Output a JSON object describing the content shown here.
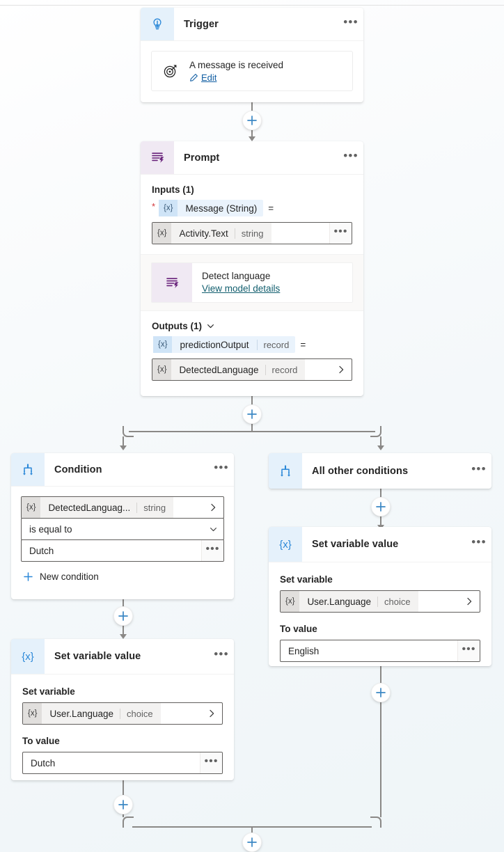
{
  "canvas": {
    "accent_blue": "#2b88d8",
    "connector_gray": "#8a8886",
    "background": "#f0f6f9"
  },
  "nodes": {
    "trigger": {
      "title": "Trigger",
      "icon": "trigger-bolt-icon",
      "overflow": "•••",
      "event": {
        "title": "A message is received",
        "icon": "target-cursor-icon",
        "edit_label": "Edit"
      }
    },
    "prompt": {
      "title": "Prompt",
      "icon": "prompt-lines-bolt-icon",
      "overflow": "•••",
      "inputs": {
        "label": "Inputs (1)",
        "required_marker": "*",
        "param_name": "Message (String)",
        "param_xbox": "{x}",
        "equals": "=",
        "value_xbox": "{x}",
        "value_name": "Activity.Text",
        "value_type": "string",
        "value_more": "•••"
      },
      "model": {
        "name": "Detect language",
        "link": "View model details",
        "icon": "prompt-lines-bolt-icon"
      },
      "outputs": {
        "label": "Outputs (1)",
        "chevron": "chevron-down-icon",
        "param_xbox": "{x}",
        "param_name": "predictionOutput",
        "param_type": "record",
        "equals": "=",
        "value_xbox": "{x}",
        "value_name": "DetectedLanguage",
        "value_type": "record"
      }
    },
    "condition": {
      "title": "Condition",
      "icon": "branch-condition-icon",
      "overflow": "•••",
      "operand_xbox": "{x}",
      "operand_name": "DetectedLanguag...",
      "operand_type": "string",
      "operator": "is equal to",
      "value": "Dutch",
      "value_more": "•••",
      "new_condition": "New condition"
    },
    "all_other_conditions": {
      "title": "All other conditions",
      "icon": "branch-condition-icon",
      "overflow": "•••"
    },
    "set_var_dutch": {
      "title": "Set variable value",
      "icon": "variable-icon",
      "icon_glyph": "{x}",
      "overflow": "•••",
      "set_variable_label": "Set variable",
      "variable_xbox": "{x}",
      "variable_name": "User.Language",
      "variable_type": "choice",
      "to_value_label": "To value",
      "to_value": "Dutch",
      "to_value_more": "•••"
    },
    "set_var_english": {
      "title": "Set variable value",
      "icon": "variable-icon",
      "icon_glyph": "{x}",
      "overflow": "•••",
      "set_variable_label": "Set variable",
      "variable_xbox": "{x}",
      "variable_name": "User.Language",
      "variable_type": "choice",
      "to_value_label": "To value",
      "to_value": "English",
      "to_value_more": "•••"
    }
  },
  "add_buttons": [
    {
      "name": "add-step-after-trigger"
    },
    {
      "name": "add-step-after-prompt"
    },
    {
      "name": "add-step-after-all-other-conditions"
    },
    {
      "name": "add-step-after-set-var-dutch"
    },
    {
      "name": "add-step-after-set-var-english"
    },
    {
      "name": "add-step-after-merge"
    }
  ]
}
